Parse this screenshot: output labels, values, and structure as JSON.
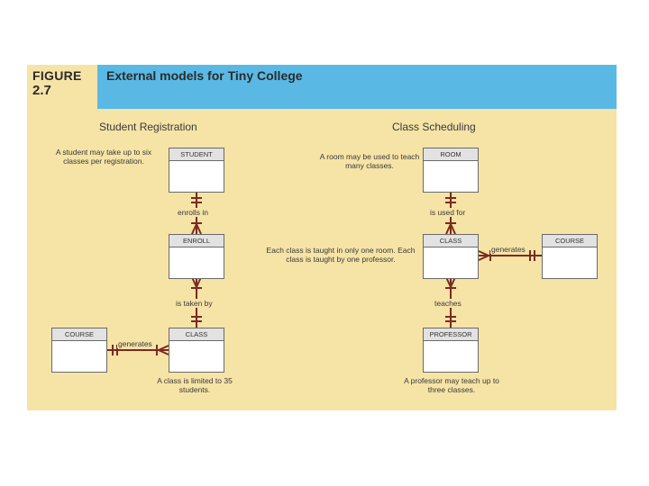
{
  "figure": {
    "label": "FIGURE",
    "number": "2.7",
    "title": "External models for Tiny College"
  },
  "sections": {
    "left": "Student Registration",
    "right": "Class Scheduling"
  },
  "entities": {
    "student": "STUDENT",
    "enroll": "ENROLL",
    "class_left": "CLASS",
    "course_left": "COURSE",
    "room": "ROOM",
    "class_right": "CLASS",
    "course_right": "COURSE",
    "professor": "PROFESSOR"
  },
  "relationships": {
    "enrolls_in": "enrolls in",
    "is_taken_by": "is taken by",
    "generates_left": "generates",
    "is_used_for": "is used for",
    "generates_right": "generates",
    "teaches": "teaches"
  },
  "notes": {
    "student_six": "A student may take up to six classes per registration.",
    "class_limit": "A class is limited to 35 students.",
    "room_many": "A room may be used to teach many classes.",
    "class_one": "Each class is taught in only one room. Each class is taught by one professor.",
    "professor_three": "A professor may teach up to three classes."
  },
  "colors": {
    "background": "#f6e3a6",
    "title_bar": "#5ab9e4",
    "connector": "#7a2a20"
  }
}
